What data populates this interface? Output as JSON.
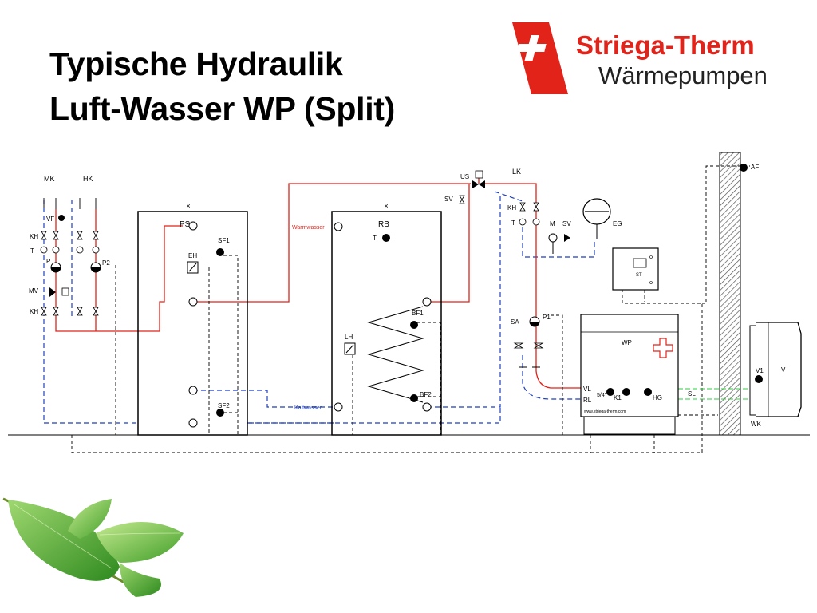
{
  "slide": {
    "title_line1": "Typische Hydraulik",
    "title_line2": "Luft-Wasser WP (Split)"
  },
  "logo": {
    "brand": "Striega-Therm",
    "subtitle": "Wärmepumpen",
    "brand_color": "#e2231a",
    "subtitle_color": "#222222"
  },
  "diagram": {
    "colors": {
      "hot": "#e2231a",
      "cold": "#1f3fbf",
      "refrigerant": "#2ecc40",
      "line": "#000000"
    },
    "circuit_labels": {
      "mk": "MK",
      "hk": "HK",
      "lk": "LK"
    },
    "left_labels": {
      "vf": "VF",
      "kh_top": "KH",
      "t": "T",
      "p": "P",
      "mv": "MV",
      "kh_bottom": "KH",
      "p2": "P2"
    },
    "storage": {
      "ps": "PS",
      "eh": "EH",
      "sf1": "SF1",
      "sf2": "SF2",
      "rb": "RB",
      "rb_t": "T",
      "lh": "LH",
      "bf1": "BF1",
      "bf2": "BF2"
    },
    "pipes": {
      "warmwasser": "Warmwasser",
      "kaltwasser": "Kaltwasser"
    },
    "valves": {
      "us": "US",
      "sv_left": "SV",
      "kh": "KH",
      "t": "T",
      "m": "M",
      "sv_right": "SV",
      "sa": "SA",
      "p1": "P1"
    },
    "eg": "EG",
    "st": "ST",
    "wp": {
      "label": "WP",
      "vl": "VL",
      "rl": "RL",
      "size": "5/4\"",
      "k1": "K1",
      "hg": "HG",
      "url": "www.striega-therm.com"
    },
    "outdoor": {
      "af": "AF",
      "sl": "SL",
      "v1": "V1",
      "v": "V",
      "wk": "WK"
    }
  }
}
